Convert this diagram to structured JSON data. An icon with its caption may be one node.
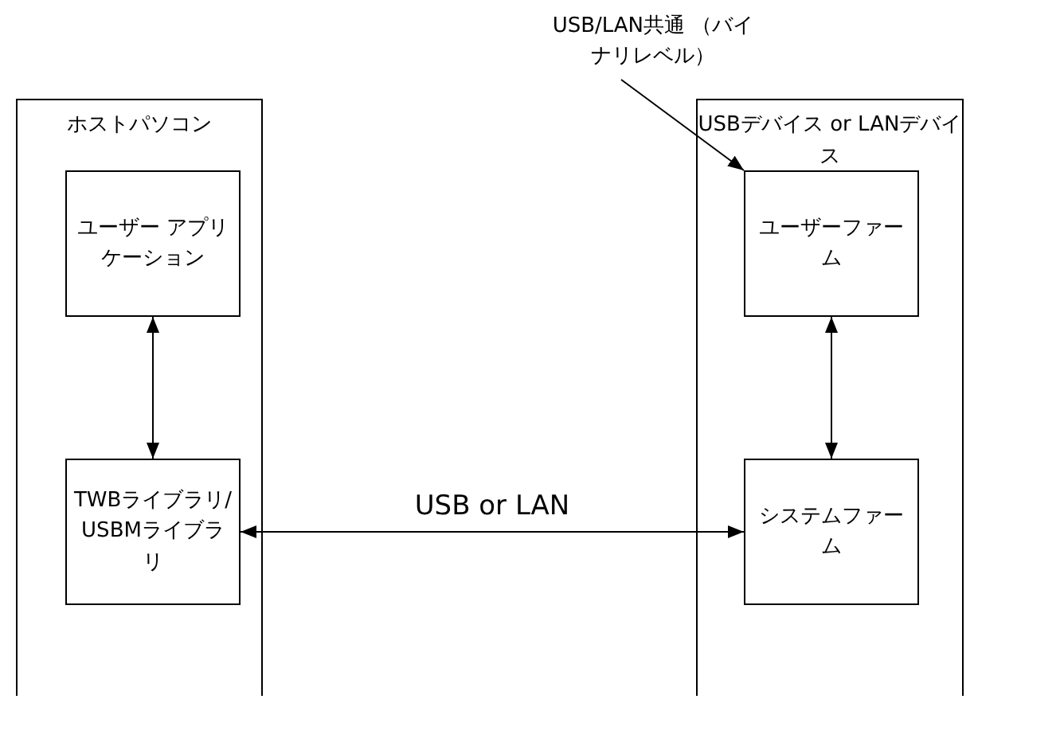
{
  "diagram": {
    "nodes": [
      {
        "text": [
          "USB/LAN共通 （バイナリレベル）"
        ]
      },
      {
        "text": [
          "ホストパソコン"
        ]
      },
      {
        "text": [
          "ユーザー アプリケーション"
        ],
        "in": 1
      },
      {
        "text": [
          "TWBライブラリ/ USBMライブラリ"
        ],
        "in": 1
      },
      {
        "text": [
          "USBデバイス or LANデバイス"
        ]
      },
      {
        "text": [
          "ユーザーファーム"
        ],
        "in": 4
      },
      {
        "text": [
          "システムファーム"
        ],
        "in": 4
      }
    ],
    "edges": [
      {
        "from": 0,
        "to": 5,
        "arrow": "to"
      },
      {
        "from": 2,
        "to": 3,
        "arrow": "both"
      },
      {
        "from": 3,
        "to": 6,
        "arrow": "both",
        "label": "USB or LAN"
      },
      {
        "from": 5,
        "to": 6,
        "arrow": "both"
      }
    ]
  }
}
